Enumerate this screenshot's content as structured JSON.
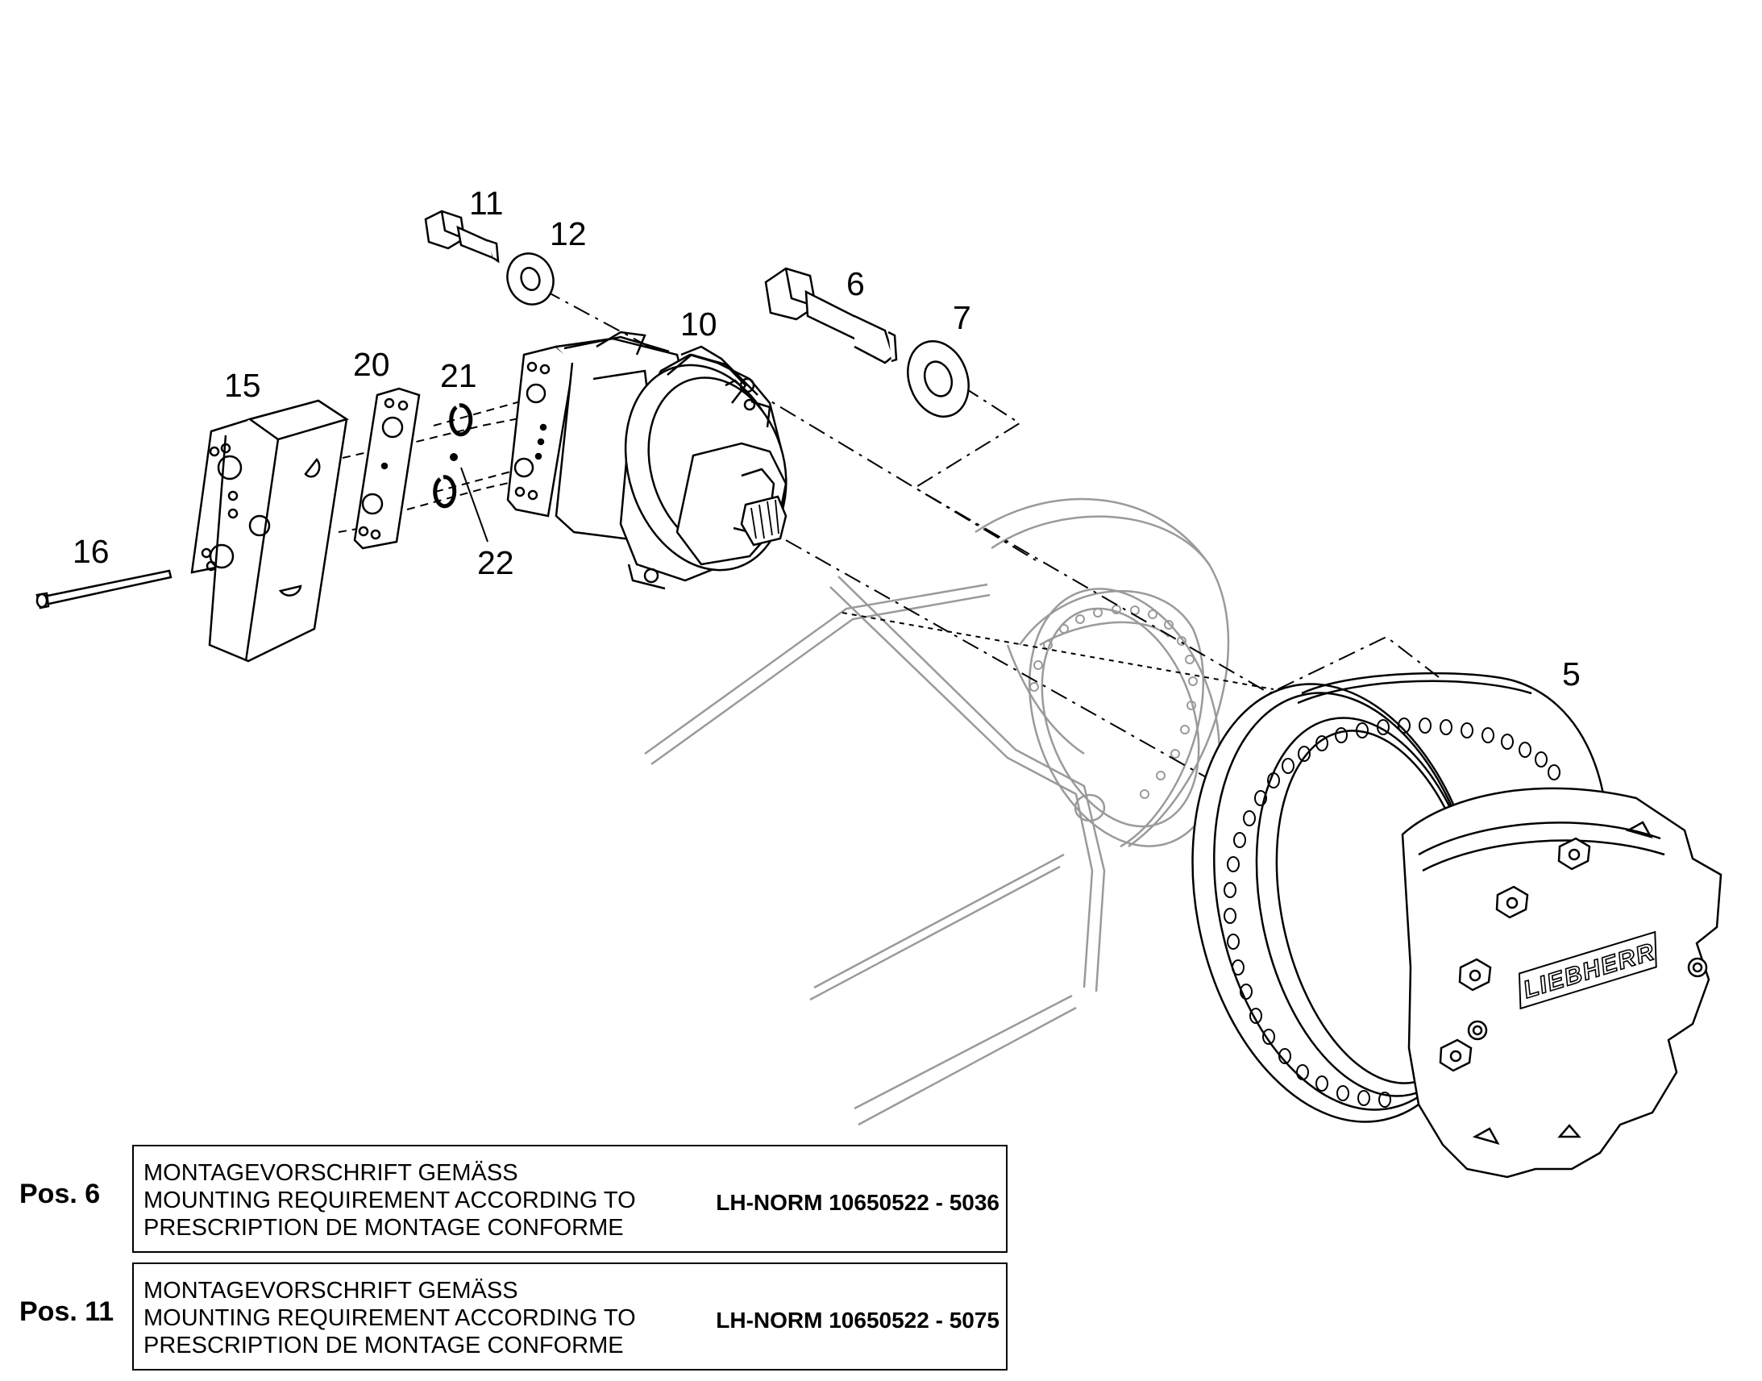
{
  "callouts": {
    "p5": "5",
    "p6": "6",
    "p7": "7",
    "p10": "10",
    "p11": "11",
    "p12": "12",
    "p15": "15",
    "p16": "16",
    "p20": "20",
    "p21": "21",
    "p22": "22"
  },
  "logo_text": "LIEBHERR",
  "notes": [
    {
      "pos": "Pos. 6",
      "line1": "MONTAGEVORSCHRIFT GEMÄSS",
      "line2": "MOUNTING REQUIREMENT ACCORDING TO",
      "line3": "PRESCRIPTION DE MONTAGE CONFORME",
      "norm": "LH-NORM 10650522 - 5036"
    },
    {
      "pos": "Pos. 11",
      "line1": "MONTAGEVORSCHRIFT GEMÄSS",
      "line2": "MOUNTING REQUIREMENT ACCORDING TO",
      "line3": "PRESCRIPTION DE MONTAGE CONFORME",
      "norm": "LH-NORM 10650522 - 5075"
    }
  ],
  "colors": {
    "line": "#000000",
    "phantom": "#999999",
    "background": "#ffffff"
  }
}
